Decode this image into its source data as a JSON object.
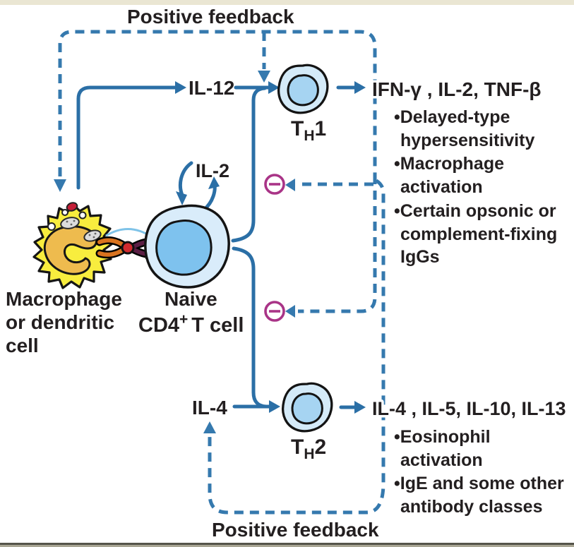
{
  "figure": {
    "top_loop_label": "Positive feedback",
    "bottom_loop_label": "Positive feedback",
    "cytokines": {
      "il12": "IL-12",
      "il2_autocrine": "IL-2",
      "il4": "IL-4"
    },
    "apc": {
      "label_line1": "Macrophage",
      "label_line2": "or dendritic",
      "label_line3": "cell"
    },
    "naive_cell": {
      "line1": "Naive",
      "cd4": "CD4",
      "plus": "+",
      "tcell": "T cell"
    },
    "th1": {
      "t": "T",
      "sub": "H",
      "num": "1",
      "products": "IFN-γ , IL-2, TNF-β",
      "effects": [
        "•Delayed-type",
        "hypersensitivity",
        "•Macrophage",
        "activation",
        "•Certain opsonic or",
        "complement-fixing",
        "IgGs"
      ]
    },
    "th2": {
      "t": "T",
      "sub": "H",
      "num": "2",
      "products": "IL-4 , IL-5, IL-10, IL-13",
      "effects": [
        "•Eosinophil",
        "activation",
        "•IgE and some other",
        "antibody classes"
      ]
    },
    "colors": {
      "solid_blue": "#2b6fa6",
      "dashed_blue": "#3579ae",
      "inhibit_magenta": "#a93487",
      "text_dark": "#231f20",
      "cell_outline": "#141414",
      "naive_outer": "#d9ecfa",
      "naive_nucleus": "#7ec2ee",
      "th_outer": "#d4eaf8",
      "th_nucleus": "#a6d4f2",
      "macrophage_body": "#f8ed3e",
      "macrophage_nucleus": "#eebb4e",
      "receptor_orange": "#d9731f",
      "antigen_red": "#d22b2f",
      "tcr_maroon": "#5b1e44",
      "page_border_tan": "#eae6d3",
      "page_bottom_line": "#55544a"
    }
  }
}
